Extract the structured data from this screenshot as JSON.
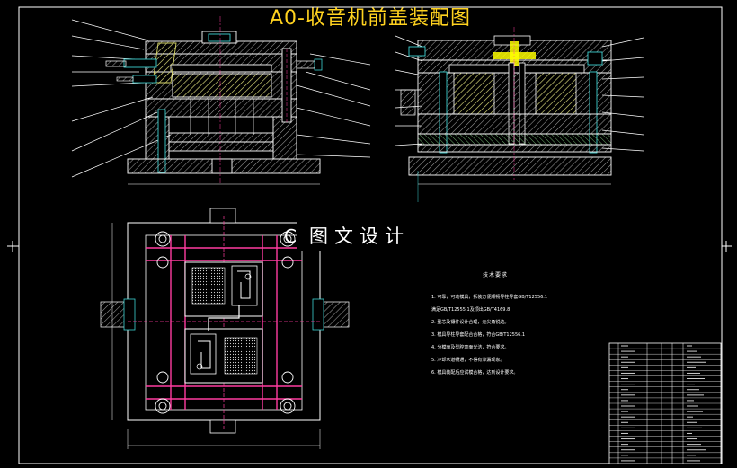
{
  "drawing": {
    "title": "A0-收音机前盖装配图",
    "watermark_char": "C",
    "watermark": "图文设计",
    "notes_title": "技术要求",
    "notes": [
      "1. 可靠，可动模具，拆装方便顺畅导柱导套GB/T12556.1",
      "   满足GB/T12555.1及顶出GB/T4169.8",
      "2. 型芯及镶件设计合理，无尖角锐边。",
      "3. 模具导柱导套配合合格，符合GB/T12556.1",
      "4. 分模面及型腔表面光洁，符合要求。",
      "5. 冷却水道畅通，不得有渗漏现象。",
      "6. 模具装配后应试模合格，达到设计要求。"
    ],
    "colors": {
      "outline": "#ffffff",
      "part": "#3cd2d2",
      "hatch": "#b4b4b4",
      "hatch_alt": "#d9d96a",
      "center": "#ff3ca0",
      "yellow": "#ffff00",
      "title": "#ffd21f",
      "sheet_bg": "#000000"
    }
  }
}
